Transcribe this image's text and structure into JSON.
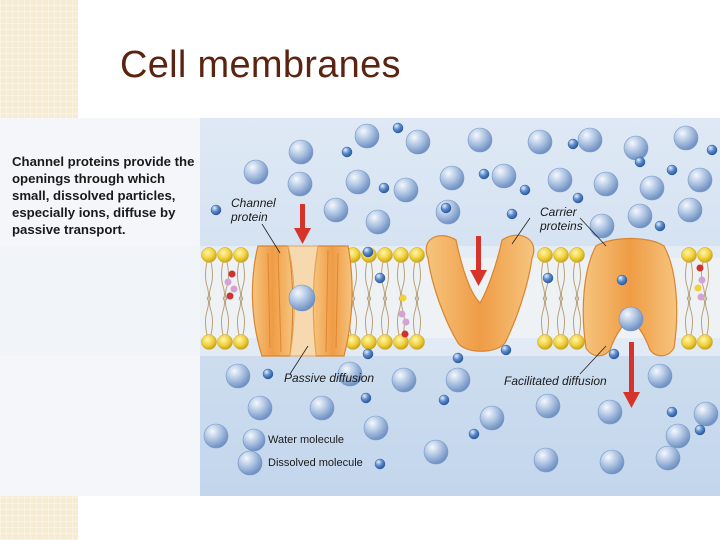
{
  "slide": {
    "title": "Cell membranes"
  },
  "figure": {
    "caption": "Channel proteins provide the openings through which small, dissolved particles, especially ions, diffuse by passive transport.",
    "labels": {
      "channel_protein_line1": "Channel",
      "channel_protein_line2": "protein",
      "carrier_proteins_line1": "Carrier",
      "carrier_proteins_line2": "proteins",
      "passive_diffusion": "Passive diffusion",
      "facilitated_diffusion": "Facilitated diffusion"
    },
    "legend": {
      "water": "Water molecule",
      "dissolved": "Dissolved molecule"
    },
    "colors": {
      "fluid": "#c9dcef",
      "lipid_head": "#f2d23a",
      "protein": "#f0a550",
      "molecule": "#9cb8dc",
      "arrow": "#d6342a"
    }
  }
}
